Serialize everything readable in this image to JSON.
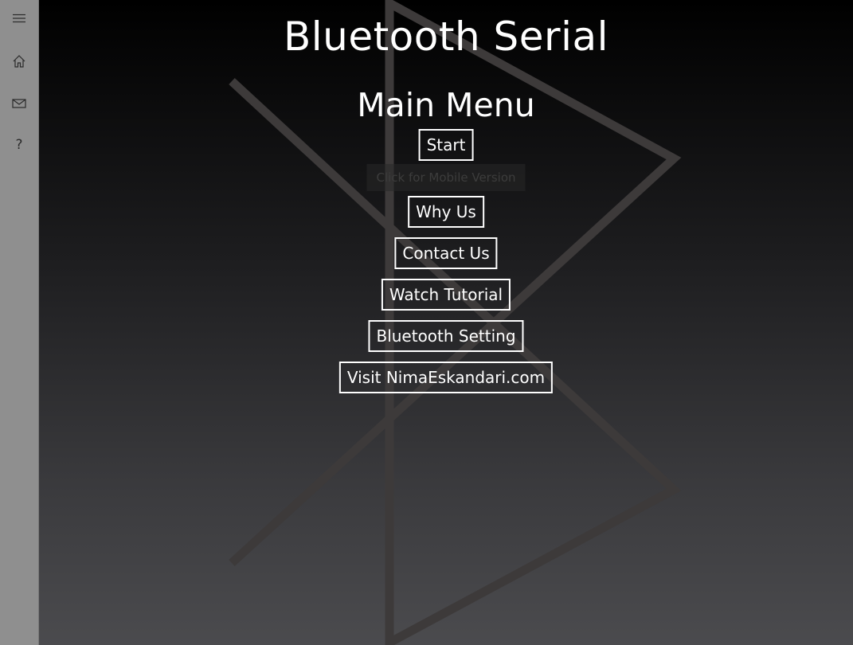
{
  "sidebar": {
    "menu_icon": "hamburger-icon",
    "home_icon": "home-icon",
    "mail_icon": "mail-icon",
    "help_icon": "question-icon",
    "help_glyph": "?"
  },
  "header": {
    "app_title": "Bluetooth Serial",
    "menu_title": "Main Menu"
  },
  "menu": {
    "start": "Start",
    "mobile_version": "Click for Mobile Version",
    "why_us": "Why Us",
    "contact_us": "Contact Us",
    "watch_tutorial": "Watch Tutorial",
    "bluetooth_setting": "Bluetooth Setting",
    "visit_site": "Visit NimaEskandari.com"
  },
  "colors": {
    "sidebar_bg": "#8f8f8f",
    "background_top": "#000000",
    "background_bottom": "#4b4b4e",
    "logo_stroke": "#3d3a3a",
    "text": "#ffffff"
  }
}
